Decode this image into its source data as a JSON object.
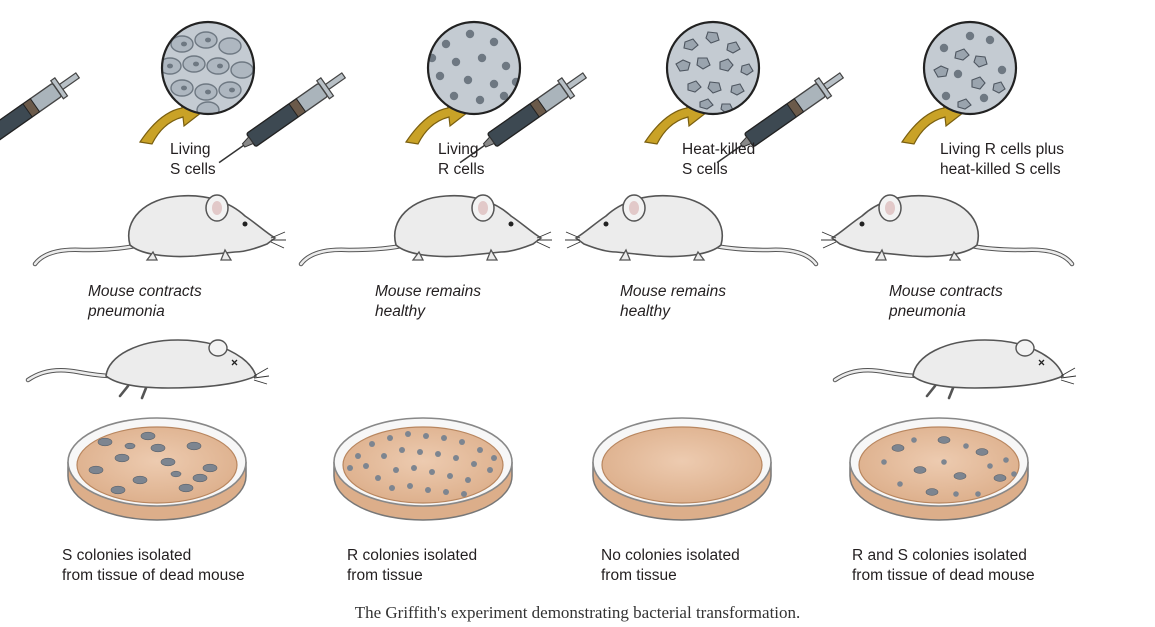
{
  "colors": {
    "background": "#ffffff",
    "arrow": "#c9a227",
    "arrow_outline": "#7a5f10",
    "mouse_body": "#ececec",
    "mouse_outline": "#555555",
    "agar": "#e7bf9f",
    "agar_edge": "#b8865f",
    "dish_rim": "#888888",
    "colony": "#7d8590",
    "cell_bg": "#c4cbd2",
    "syringe_barrel": "#9aa6ae",
    "syringe_fluid": "#3d4952"
  },
  "icons": [
    "syringe-icon",
    "arrow-icon",
    "microscope-view-icon",
    "mouse-icon",
    "dead-mouse-icon",
    "petri-dish-icon"
  ],
  "panels": [
    {
      "injection": "Living\nS cells",
      "cell_type": "smooth-encapsulated",
      "outcome": "Mouse contracts\npneumonia",
      "mouse_dead": true,
      "colonies": "s",
      "result": "S colonies isolated\nfrom tissue of dead mouse"
    },
    {
      "injection": "Living\nR cells",
      "cell_type": "rough-small",
      "outcome": "Mouse remains\nhealthy",
      "mouse_dead": false,
      "colonies": "r",
      "result": "R colonies isolated\nfrom tissue"
    },
    {
      "injection": "Heat-killed\nS cells",
      "cell_type": "heat-killed",
      "outcome": "Mouse remains\nhealthy",
      "mouse_dead": false,
      "colonies": "none",
      "result": "No colonies isolated\nfrom tissue"
    },
    {
      "injection": "Living R cells plus\nheat-killed S cells",
      "cell_type": "mixed",
      "outcome": "Mouse contracts\npneumonia",
      "mouse_dead": true,
      "colonies": "rs",
      "result": "R and S colonies isolated\nfrom tissue of dead mouse"
    }
  ],
  "caption": "The Griffith's experiment demonstrating bacterial transformation."
}
